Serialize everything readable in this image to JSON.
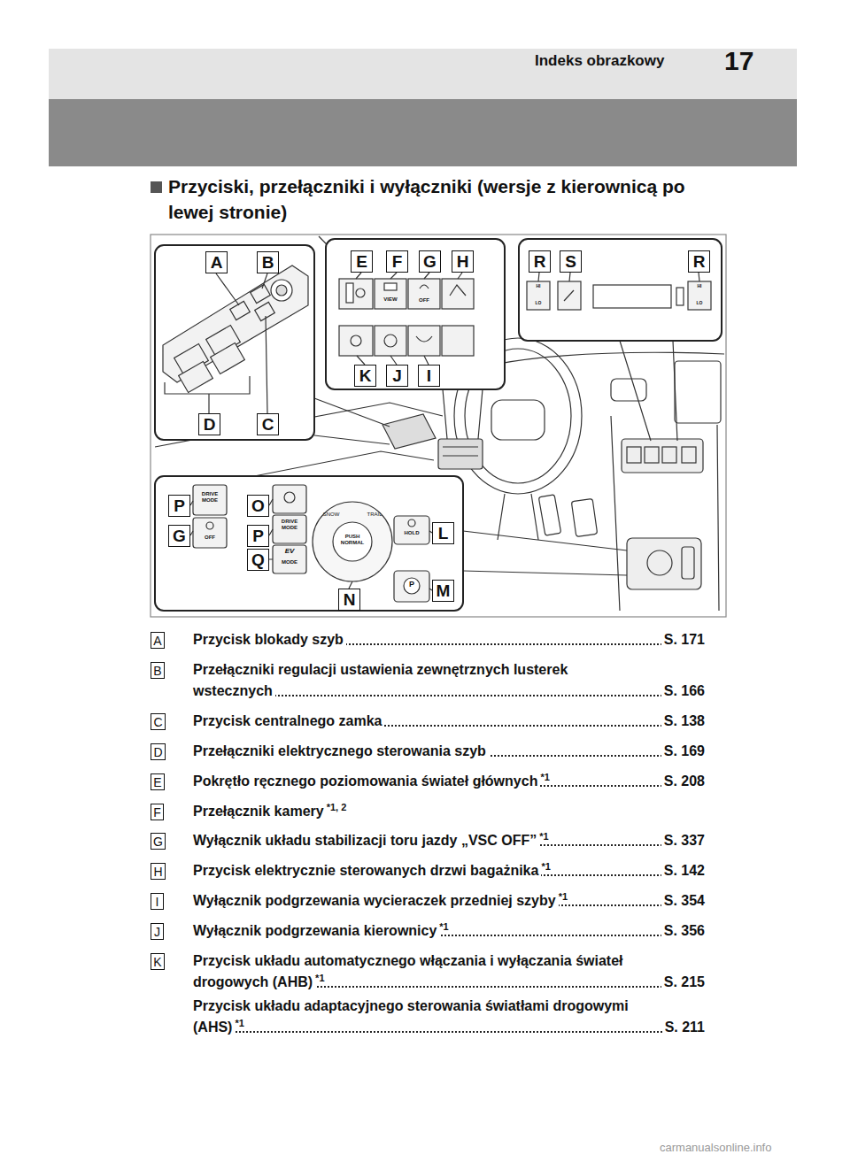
{
  "diagram": {
    "title": "Przyciski, przełączniki i wyłączniki (wersje z kierownicą po lewej stronie)",
    "nodes": [
      {
        "text": [
          "A"
        ]
      },
      {
        "text": [
          "B"
        ]
      },
      {
        "text": [
          "E"
        ]
      },
      {
        "text": [
          "F"
        ]
      },
      {
        "text": [
          "G"
        ]
      },
      {
        "text": [
          "H"
        ]
      },
      {
        "text": [
          "R"
        ]
      },
      {
        "text": [
          "S"
        ]
      },
      {
        "text": [
          "R"
        ]
      },
      {
        "text": [
          "K"
        ]
      },
      {
        "text": [
          "J"
        ]
      },
      {
        "text": [
          "I"
        ]
      },
      {
        "text": [
          "D"
        ]
      },
      {
        "text": [
          "C"
        ]
      },
      {
        "text": [
          "P"
        ]
      },
      {
        "text": [
          "O"
        ]
      },
      {
        "text": [
          "G"
        ]
      },
      {
        "text": [
          "P"
        ]
      },
      {
        "text": [
          "L"
        ]
      },
      {
        "text": [
          "Q"
        ]
      },
      {
        "text": [
          "N"
        ]
      },
      {
        "text": [
          "M"
        ]
      },
      {
        "text": [
          "A"
        ]
      },
      {
        "text": [
          "B"
        ]
      },
      {
        "text": [
          "C"
        ]
      },
      {
        "text": [
          "D"
        ]
      },
      {
        "text": [
          "E"
        ]
      },
      {
        "text": [
          "F"
        ]
      },
      {
        "text": [
          "G"
        ]
      },
      {
        "text": [
          "H"
        ]
      },
      {
        "text": [
          "I"
        ]
      },
      {
        "text": [
          "J"
        ]
      },
      {
        "text": [
          "K"
        ]
      }
    ],
    "labels": [
      "Indeks obrazkowy",
      "17",
      "VIEW",
      "OFF",
      "HI",
      "LO",
      "HI",
      "LO",
      "DRIVE MODE",
      "OFF",
      "DRIVE MODE",
      "EV",
      "MODE",
      "SNOW",
      "TRAIL",
      "PUSH NORMAL",
      "HOLD",
      "P",
      "Przycisk blokady szyb",
      "S. 171",
      "Przełączniki regulacji ustawienia zewnętrznych lusterek wstecznych",
      "S. 166",
      "Przycisk centralnego zamka",
      "S. 138",
      "Przełączniki elektrycznego sterowania szyb",
      "S. 169",
      "Pokrętło ręcznego poziomowania świateł głównych",
      "*1",
      "S. 208",
      "Przełącznik kamery",
      "*1, 2",
      "Wyłącznik układu stabilizacji toru jazdy „VSC OFF”",
      "*1",
      "S. 337",
      "Przycisk elektrycznie sterowanych drzwi bagażnika",
      "*1",
      "S. 142",
      "Wyłącznik podgrzewania wycieraczek przedniej szyby",
      "*1",
      "S. 354",
      "Wyłącznik podgrzewania kierownicy",
      "*1",
      "S. 356",
      "Przycisk układu automatycznego włączania i wyłączania świateł drogowych (AHB)",
      "*1",
      "S. 215",
      "Przycisk układu adaptacyjnego sterowania światłami drogowymi (AHS)",
      "*1",
      "S. 211",
      "carmanualsonline.info"
    ]
  }
}
